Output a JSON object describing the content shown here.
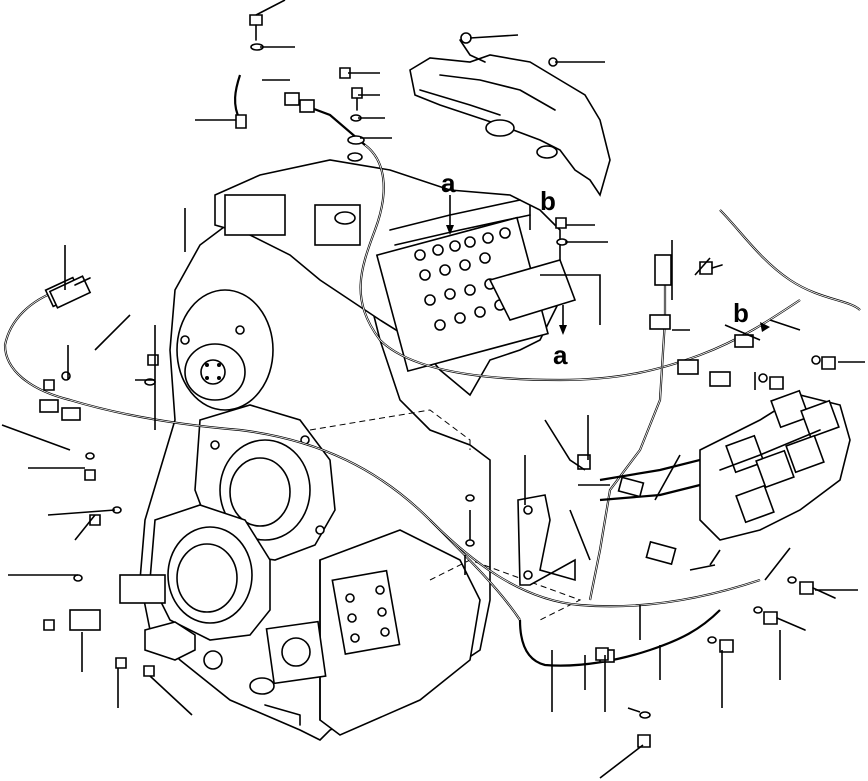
{
  "figure": {
    "callouts": {
      "a_top": "a",
      "a_bottom": "a",
      "b_top": "b",
      "b_right": "b"
    }
  }
}
